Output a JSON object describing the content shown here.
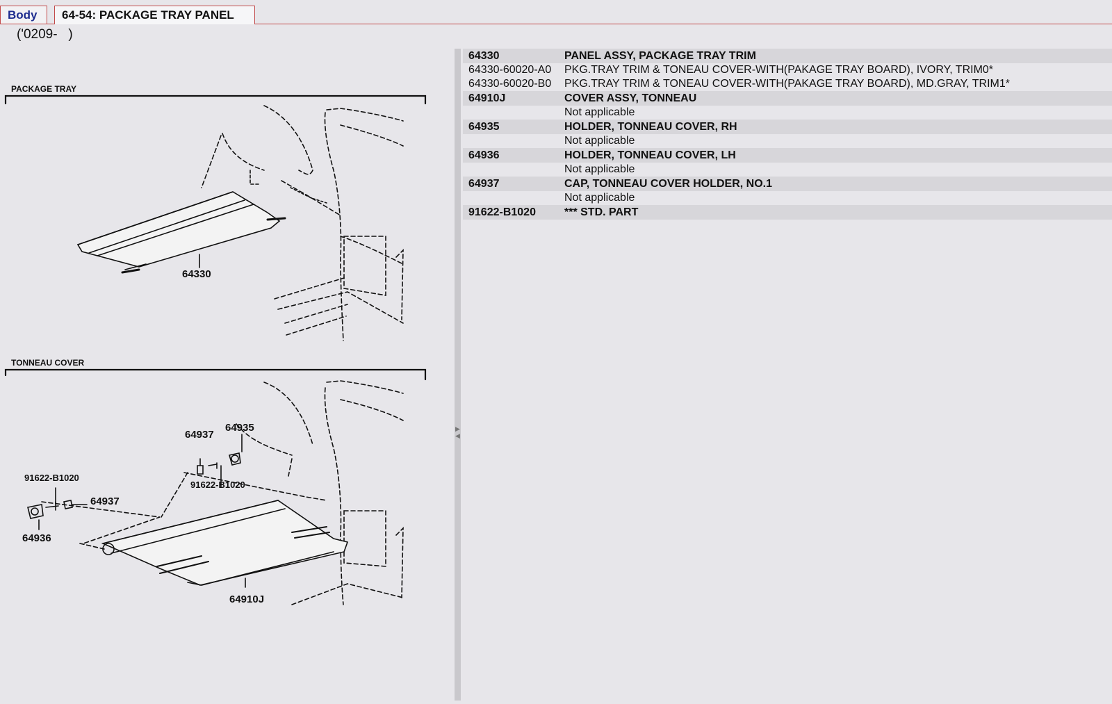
{
  "tabs": {
    "category": "Body",
    "section": "64-54: PACKAGE TRAY PANEL"
  },
  "date_range": "('0209-   )",
  "illustration": {
    "package_tray_heading": "PACKAGE TRAY",
    "tonneau_cover_heading": "TONNEAU COVER",
    "callouts": {
      "c64330": "64330",
      "c64937a": "64937",
      "c64935": "64935",
      "c91622a": "91622-B1020",
      "c91622b": "91622-B1020",
      "c64937b": "64937",
      "c64936": "64936",
      "c64910j": "64910J"
    }
  },
  "parts": [
    {
      "pn": "64330",
      "desc": "PANEL ASSY, PACKAGE TRAY TRIM"
    },
    {
      "pn": "64330-60020-A0",
      "desc": "PKG.TRAY TRIM & TONEAU COVER-WITH(PAKAGE TRAY BOARD), IVORY, TRIM0*"
    },
    {
      "pn": "64330-60020-B0",
      "desc": "PKG.TRAY TRIM & TONEAU COVER-WITH(PAKAGE TRAY BOARD), MD.GRAY, TRIM1*"
    },
    {
      "pn": "64910J",
      "desc": "COVER ASSY, TONNEAU"
    },
    {
      "pn": "",
      "desc": "Not applicable"
    },
    {
      "pn": "64935",
      "desc": "HOLDER, TONNEAU COVER, RH"
    },
    {
      "pn": "",
      "desc": "Not applicable"
    },
    {
      "pn": "64936",
      "desc": "HOLDER, TONNEAU COVER, LH"
    },
    {
      "pn": "",
      "desc": "Not applicable"
    },
    {
      "pn": "64937",
      "desc": "CAP, TONNEAU COVER HOLDER, NO.1"
    },
    {
      "pn": "",
      "desc": "Not applicable"
    },
    {
      "pn": "91622-B1020",
      "desc": "*** STD. PART"
    }
  ]
}
